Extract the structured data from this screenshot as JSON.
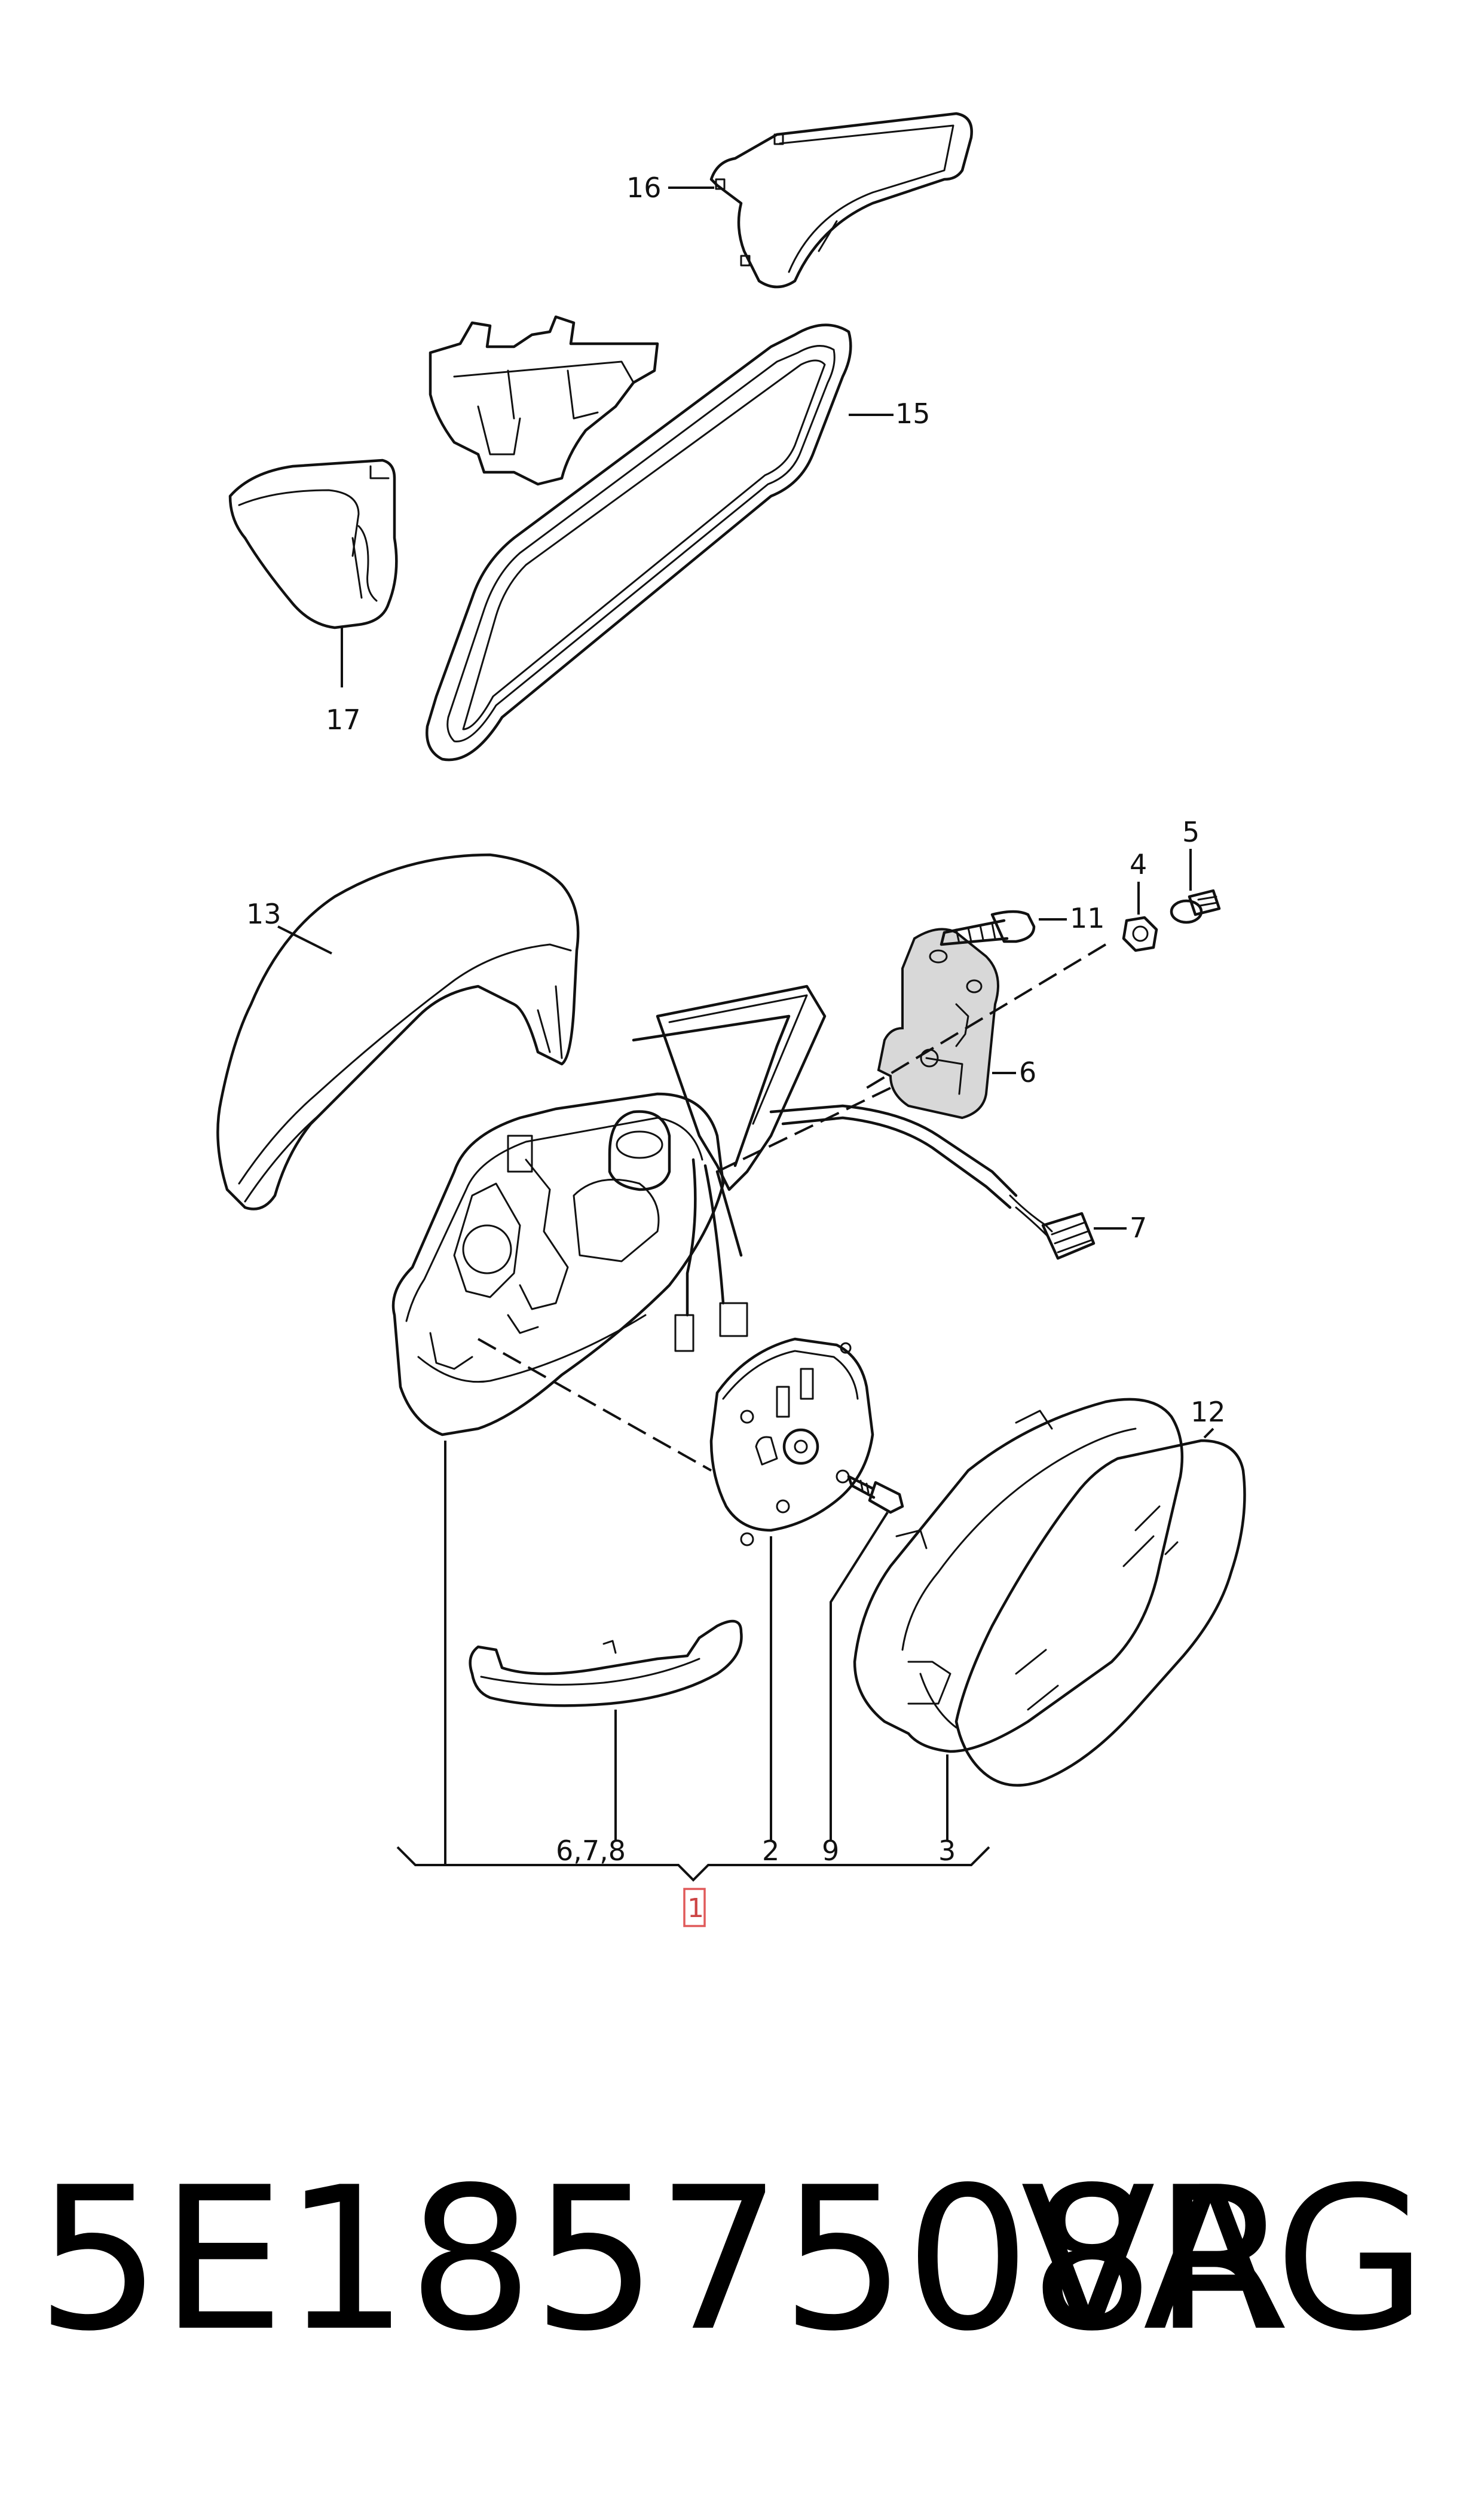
{
  "diagram": {
    "callouts": {
      "c16": "16",
      "c15": "15",
      "c17": "17",
      "c13": "13",
      "c11": "11",
      "c4": "4",
      "c5": "5",
      "c6": "6",
      "c7": "7",
      "c12": "12",
      "c678": "6,7,8",
      "c2": "2",
      "c9": "9",
      "c3": "3",
      "c1": "1"
    }
  },
  "footer": {
    "part_number": "5E1857508R",
    "brand": "VAG"
  }
}
